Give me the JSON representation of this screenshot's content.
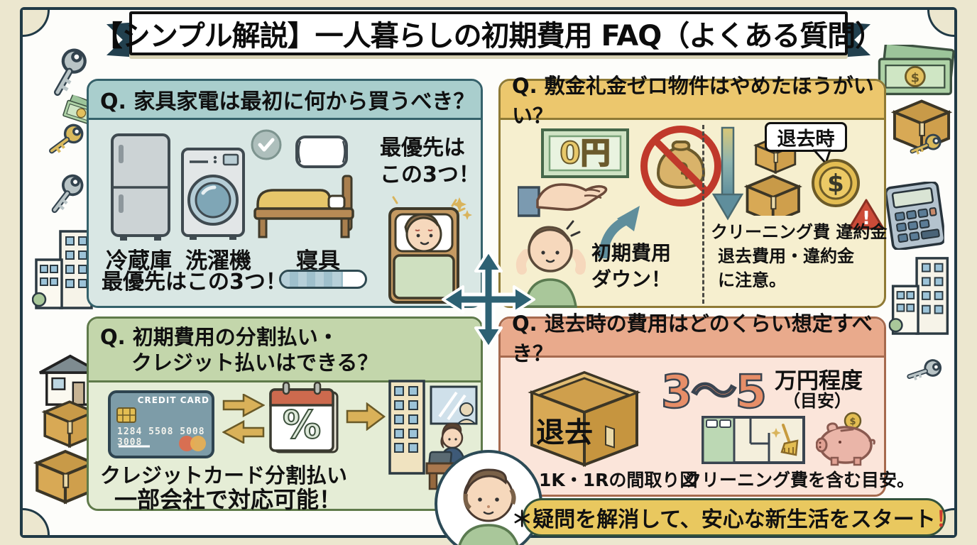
{
  "title": "【シンプル解説】一人暮らしの初期費用 FAQ（よくある質問）",
  "colors": {
    "page_background": "#ece7cf",
    "frame_border": "#203a46",
    "panel1_header": "#a9cecd",
    "panel1_body": "#d9e7e4",
    "panel2_header": "#ecc76d",
    "panel2_body": "#f6efcf",
    "panel3_header": "#c3d6ab",
    "panel3_body": "#e5edd6",
    "panel4_header": "#e9aa8c",
    "panel4_body": "#fbe5da",
    "footer_pill": "#e9c85f",
    "cross_arrow": "#2d6173",
    "amount_text": "#e78e68"
  },
  "panels": {
    "furniture": {
      "question": "Q. 家具家電は最初に何から買うべき？",
      "items": [
        "冷蔵庫",
        "洗濯機",
        "寝具"
      ],
      "priority_side_line1": "最優先は",
      "priority_side_line2": "この3つ！",
      "priority_bottom": "最優先はこの3つ！"
    },
    "zero_deposit": {
      "question": "Q. 敷金礼金ゼロ物件はやめたほうがいい？",
      "bill_text": "0円",
      "benefit_line1": "初期費用",
      "benefit_line2": "ダウン！",
      "bubble": "退去時",
      "caution_line1": "クリーニング費 違約金",
      "caution_line2": "退去費用・違約金",
      "caution_line3": "に注意。",
      "coin_symbol": "$",
      "warning_symbol": "!"
    },
    "installment": {
      "question_line1": "Q. 初期費用の分割払い・",
      "question_line2": "クレジット払いはできる？",
      "card_brand": "CREDIT CARD",
      "card_number": "1284 5508 5008 3008",
      "calendar_symbol": "%",
      "label_card": "クレジットカード",
      "label_installment": "分割払い",
      "answer": "一部会社で対応可能！"
    },
    "moveout": {
      "question": "Q. 退去時の費用はどのくらい想定すべき？",
      "box_label": "退去",
      "amount": "3〜5",
      "unit": "万円程度",
      "note": "（目安）",
      "caption_floorplan": "1K・1Rの間取り図",
      "caption_cleaning": "クリーニング費を含む目安。",
      "piggy_coin_symbol": "$"
    }
  },
  "footer": {
    "message": "＊疑問を解消して、安心な新生活をスタート",
    "exclamation": "！"
  },
  "decor": {
    "money_coin_symbol": "$"
  }
}
